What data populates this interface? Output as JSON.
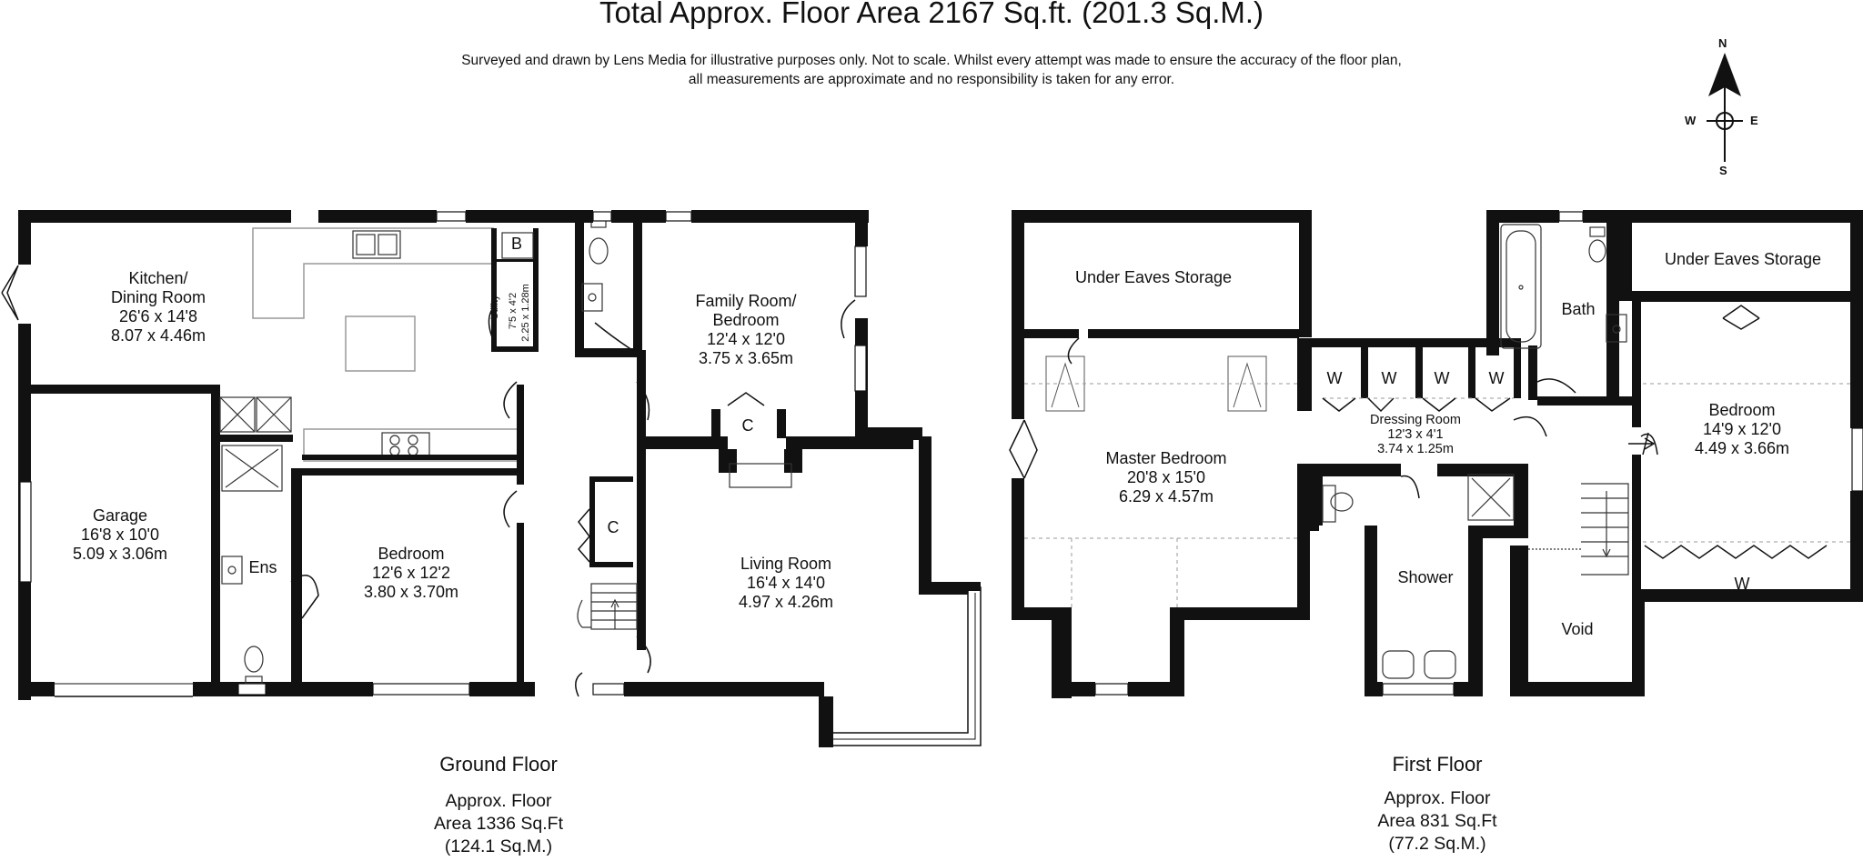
{
  "header": {
    "title": "Total Approx. Floor Area 2167 Sq.ft. (201.3 Sq.M.)",
    "disclaimer_line1": "Surveyed and drawn by Lens Media for illustrative purposes only. Not to scale. Whilst every attempt was made to ensure the accuracy of the floor plan,",
    "disclaimer_line2": "all measurements are approximate and no responsibility is taken for any error."
  },
  "compass": {
    "n": "N",
    "s": "S",
    "e": "E",
    "w": "W"
  },
  "ground_floor": {
    "name": "Ground Floor",
    "area_line1": "Approx. Floor",
    "area_line2": "Area 1336 Sq.Ft",
    "area_line3": "(124.1 Sq.M.)",
    "rooms": {
      "kitchen": {
        "name1": "Kitchen/",
        "name2": "Dining Room",
        "imperial": "26'6 x 14'8",
        "metric": "8.07 x 4.46m"
      },
      "utility": {
        "name": "Utility",
        "imperial": "7'5 x 4'2",
        "metric": "2.25 x 1.28m"
      },
      "boiler": {
        "name": "B"
      },
      "family": {
        "name1": "Family Room/",
        "name2": "Bedroom",
        "imperial": "12'4 x 12'0",
        "metric": "3.75 x 3.65m"
      },
      "family_cupboard": {
        "name": "C"
      },
      "hall_cupboard": {
        "name": "C"
      },
      "garage": {
        "name": "Garage",
        "imperial": "16'8 x 10'0",
        "metric": "5.09 x 3.06m"
      },
      "ensuite": {
        "name": "Ens"
      },
      "bedroom": {
        "name": "Bedroom",
        "imperial": "12'6 x 12'2",
        "metric": "3.80 x 3.70m"
      },
      "living": {
        "name": "Living Room",
        "imperial": "16'4 x 14'0",
        "metric": "4.97 x 4.26m"
      }
    }
  },
  "first_floor": {
    "name": "First Floor",
    "area_line1": "Approx. Floor",
    "area_line2": "Area 831 Sq.Ft",
    "area_line3": "(77.2 Sq.M.)",
    "rooms": {
      "eaves_left": {
        "name": "Under Eaves Storage"
      },
      "eaves_right": {
        "name": "Under Eaves Storage"
      },
      "master": {
        "name": "Master Bedroom",
        "imperial": "20'8 x 15'0",
        "metric": "6.29 x 4.57m"
      },
      "wardrobes": [
        "W",
        "W",
        "W",
        "W"
      ],
      "dressing": {
        "name": "Dressing Room",
        "imperial": "12'3 x 4'1",
        "metric": "3.74 x 1.25m"
      },
      "bath": {
        "name": "Bath"
      },
      "bedroom": {
        "name": "Bedroom",
        "imperial": "14'9 x 12'0",
        "metric": "4.49 x 3.66m"
      },
      "bedroom_wardrobe": {
        "name": "W"
      },
      "shower": {
        "name": "Shower"
      },
      "void": {
        "name": "Void"
      }
    }
  }
}
